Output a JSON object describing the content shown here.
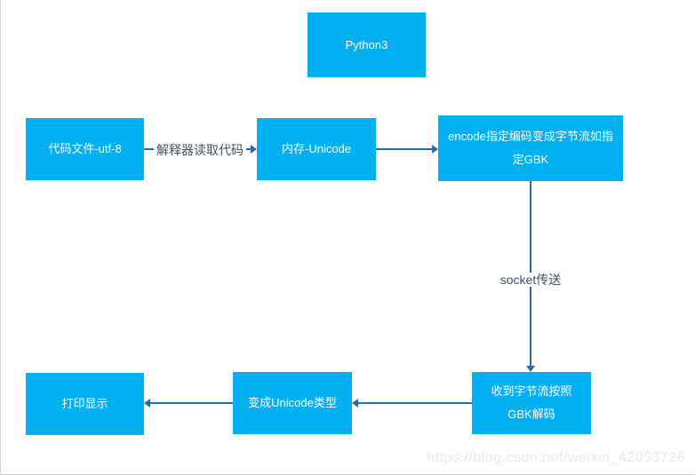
{
  "diagram": {
    "accent_color": "#00b0f0",
    "connector_color": "#2d6ca2",
    "edge_label_color": "#3f5166",
    "node_text_color": "#ffffff",
    "nodes": {
      "python3": {
        "label": "Python3"
      },
      "code_file": {
        "label": "代码文件-utf-8"
      },
      "memory": {
        "label": "内存-Unicode"
      },
      "encode": {
        "label": "encode指定编码变成字节流如指\n定GBK"
      },
      "receive": {
        "label": "收到字节流按照\nGBK解码"
      },
      "become_unicode": {
        "label": "变成Unicode类型"
      },
      "print_display": {
        "label": "打印显示"
      }
    },
    "edges": {
      "e1": {
        "from": "code_file",
        "to": "memory",
        "label": "解释器读取代码"
      },
      "e2": {
        "from": "memory",
        "to": "encode",
        "label": ""
      },
      "e3": {
        "from": "encode",
        "to": "receive",
        "label": "socket传送"
      },
      "e4": {
        "from": "receive",
        "to": "become_unicode",
        "label": ""
      },
      "e5": {
        "from": "become_unicode",
        "to": "print_display",
        "label": ""
      }
    }
  },
  "watermark": {
    "text": "https://blog.csdn.net/weixin_42053726"
  }
}
